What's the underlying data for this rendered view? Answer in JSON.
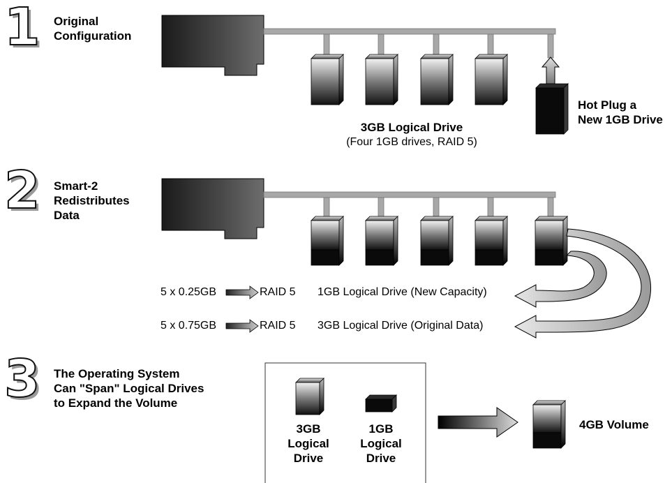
{
  "colors": {
    "bus": "#a8a8a8",
    "drive_dark": "#0a0a0a",
    "box_border": "#333333"
  },
  "step1": {
    "number": "1",
    "title": "Original\nConfiguration",
    "logical_drive": "3GB Logical Drive",
    "logical_drive_sub": "(Four 1GB drives, RAID 5)",
    "hot_plug": "Hot Plug a\nNew 1GB Drive"
  },
  "step2": {
    "number": "2",
    "title": "Smart-2\nRedistributes\nData",
    "rows": [
      {
        "size": "5 x 0.25GB",
        "raid": "RAID 5",
        "result": "1GB Logical Drive (New Capacity)"
      },
      {
        "size": "5 x 0.75GB",
        "raid": "RAID 5",
        "result": "3GB Logical Drive (Original Data)"
      }
    ]
  },
  "step3": {
    "number": "3",
    "title": "The Operating System\nCan \"Span\" Logical Drives\nto Expand the Volume",
    "drive_a": "3GB\nLogical\nDrive",
    "drive_b": "1GB\nLogical\nDrive",
    "volume": "4GB Volume"
  }
}
